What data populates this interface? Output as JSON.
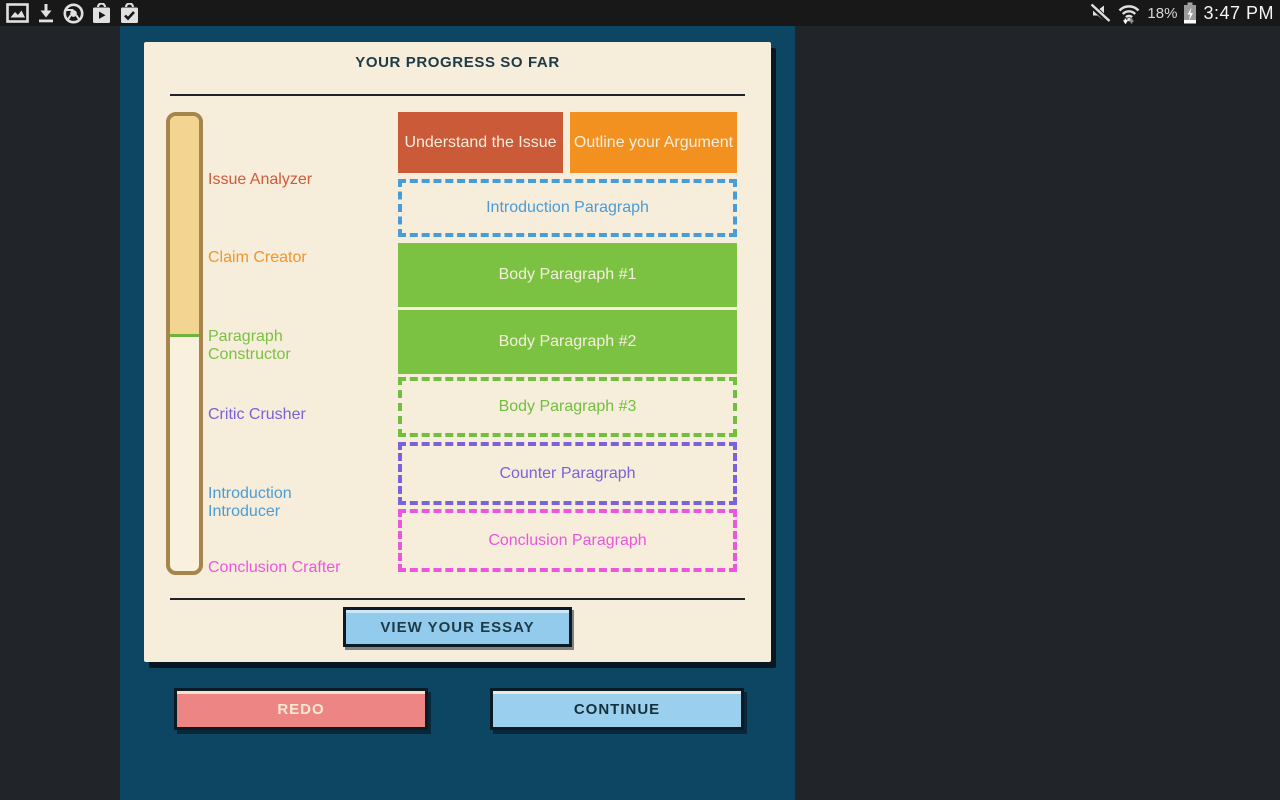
{
  "status_bar": {
    "time": "3:47 PM",
    "battery_percent": "18%",
    "left_icons": [
      "image",
      "download",
      "chrome",
      "play-store-bag",
      "check-bag"
    ],
    "right_icons": [
      "volume-muted",
      "wifi-data",
      "battery-charging"
    ]
  },
  "progress_card": {
    "title": "YOUR PROGRESS SO FAR",
    "milestones": [
      {
        "label": "Issue Analyzer",
        "color": "#d05b3d"
      },
      {
        "label": "Claim Creator",
        "color": "#f2952d"
      },
      {
        "label": "Paragraph Constructor",
        "color": "#7bc143"
      },
      {
        "label": "Critic Crusher",
        "color": "#7a62d8"
      },
      {
        "label": "Introduction Introducer",
        "color": "#4a9cd8"
      },
      {
        "label": "Conclusion Crafter",
        "color": "#ef55de"
      }
    ],
    "progress_bar": {
      "fill_percent": 49,
      "fill_color": "#f4d491",
      "border_color": "#a5854a",
      "marker_color": "#6fb33c"
    },
    "steps": [
      {
        "label": "Understand the Issue",
        "status": "complete",
        "color": "#cb5a38"
      },
      {
        "label": "Outline your Argument",
        "status": "complete",
        "color": "#f29120"
      },
      {
        "label": "Introduction Paragraph",
        "status": "pending",
        "color": "#4a9cd8"
      },
      {
        "label": "Body Paragraph #1",
        "status": "complete",
        "color": "#7bc142"
      },
      {
        "label": "Body Paragraph #2",
        "status": "complete",
        "color": "#7bc142"
      },
      {
        "label": "Body Paragraph #3",
        "status": "pending",
        "color": "#72bf3f"
      },
      {
        "label": "Counter Paragraph",
        "status": "pending",
        "color": "#7a62d8"
      },
      {
        "label": "Conclusion Paragraph",
        "status": "pending",
        "color": "#ee55dd"
      }
    ],
    "view_essay_button": "VIEW YOUR ESSAY"
  },
  "footer_actions": {
    "redo_button": "REDO",
    "continue_button": "CONTINUE"
  },
  "theme": {
    "background": "#212529",
    "panel": "#0d4663",
    "card": "#f6edda",
    "title_text": "#1d3a47",
    "statusbar": "#181818"
  }
}
